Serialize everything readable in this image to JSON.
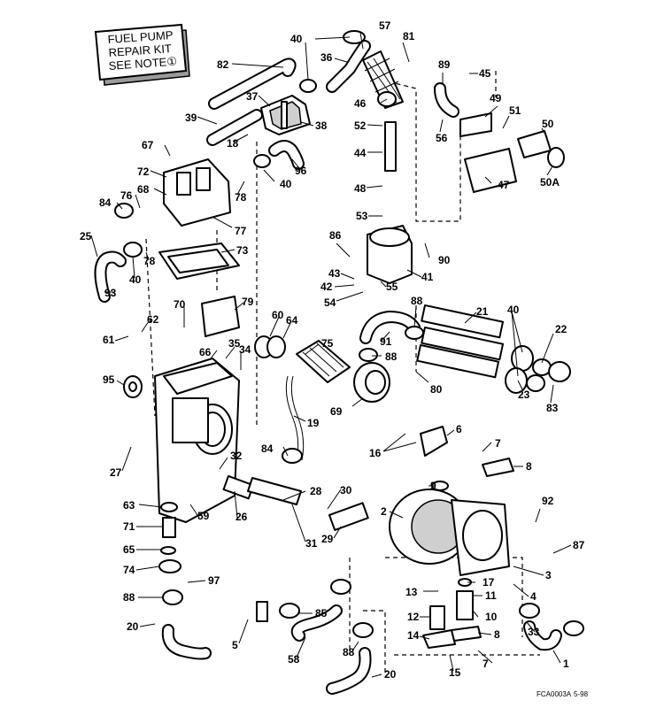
{
  "note_box": {
    "lines": [
      "FUEL PUMP",
      "REPAIR KIT",
      "SEE NOTE①"
    ]
  },
  "footer": {
    "code": "FCA0003A",
    "date": "5-98"
  },
  "callouts": [
    {
      "label": "40"
    },
    {
      "label": "57"
    },
    {
      "label": "81"
    },
    {
      "label": "36"
    },
    {
      "label": "82"
    },
    {
      "label": "45"
    },
    {
      "label": "89"
    },
    {
      "label": "37"
    },
    {
      "label": "38"
    },
    {
      "label": "39"
    },
    {
      "label": "18"
    },
    {
      "label": "46"
    },
    {
      "label": "52"
    },
    {
      "label": "44"
    },
    {
      "label": "49"
    },
    {
      "label": "51"
    },
    {
      "label": "50"
    },
    {
      "label": "56"
    },
    {
      "label": "67"
    },
    {
      "label": "96"
    },
    {
      "label": "40"
    },
    {
      "label": "72"
    },
    {
      "label": "68"
    },
    {
      "label": "78"
    },
    {
      "label": "48"
    },
    {
      "label": "47"
    },
    {
      "label": "50A"
    },
    {
      "label": "84"
    },
    {
      "label": "76"
    },
    {
      "label": "77"
    },
    {
      "label": "53"
    },
    {
      "label": "25"
    },
    {
      "label": "86"
    },
    {
      "label": "73"
    },
    {
      "label": "78"
    },
    {
      "label": "40"
    },
    {
      "label": "90"
    },
    {
      "label": "43"
    },
    {
      "label": "42"
    },
    {
      "label": "55"
    },
    {
      "label": "41"
    },
    {
      "label": "93"
    },
    {
      "label": "54"
    },
    {
      "label": "79"
    },
    {
      "label": "70"
    },
    {
      "label": "60"
    },
    {
      "label": "64"
    },
    {
      "label": "88"
    },
    {
      "label": "21"
    },
    {
      "label": "40"
    },
    {
      "label": "62"
    },
    {
      "label": "61"
    },
    {
      "label": "75"
    },
    {
      "label": "91"
    },
    {
      "label": "22"
    },
    {
      "label": "35"
    },
    {
      "label": "66"
    },
    {
      "label": "34"
    },
    {
      "label": "88"
    },
    {
      "label": "95"
    },
    {
      "label": "80"
    },
    {
      "label": "23"
    },
    {
      "label": "83"
    },
    {
      "label": "69"
    },
    {
      "label": "19"
    },
    {
      "label": "6"
    },
    {
      "label": "16"
    },
    {
      "label": "7"
    },
    {
      "label": "27"
    },
    {
      "label": "84"
    },
    {
      "label": "8"
    },
    {
      "label": "32"
    },
    {
      "label": "9"
    },
    {
      "label": "28"
    },
    {
      "label": "30"
    },
    {
      "label": "63"
    },
    {
      "label": "59"
    },
    {
      "label": "26"
    },
    {
      "label": "2"
    },
    {
      "label": "92"
    },
    {
      "label": "71"
    },
    {
      "label": "29"
    },
    {
      "label": "31"
    },
    {
      "label": "65"
    },
    {
      "label": "87"
    },
    {
      "label": "74"
    },
    {
      "label": "3"
    },
    {
      "label": "97"
    },
    {
      "label": "17"
    },
    {
      "label": "13"
    },
    {
      "label": "11"
    },
    {
      "label": "88"
    },
    {
      "label": "4"
    },
    {
      "label": "85"
    },
    {
      "label": "10"
    },
    {
      "label": "12"
    },
    {
      "label": "20"
    },
    {
      "label": "33"
    },
    {
      "label": "14"
    },
    {
      "label": "8"
    },
    {
      "label": "5"
    },
    {
      "label": "58"
    },
    {
      "label": "88"
    },
    {
      "label": "7"
    },
    {
      "label": "1"
    },
    {
      "label": "15"
    },
    {
      "label": "20"
    }
  ]
}
